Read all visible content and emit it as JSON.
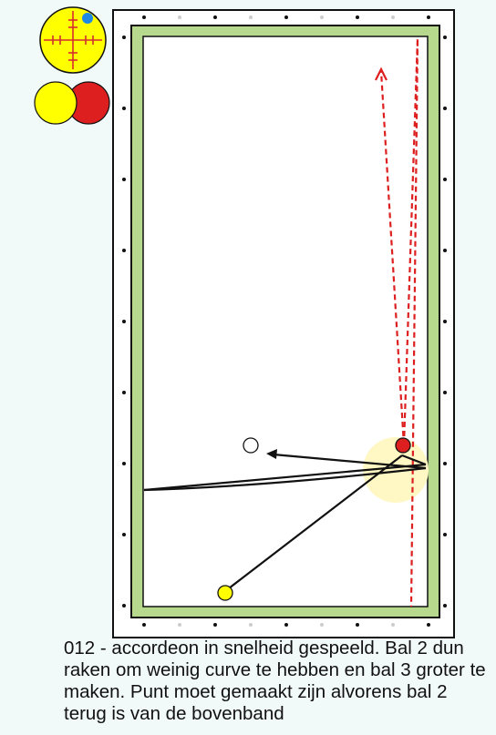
{
  "caption": "012 - accordeon in snelheid gespeeld. Bal 2 dun raken om weinig curve te hebben en bal 3 groter te maken. Punt moet gemaakt zijn alvorens bal 2 terug is van de bovenband",
  "colors": {
    "page_bg": "#f2f9f9",
    "table_outer": "#ffffff",
    "cushion": "#b6d98d",
    "cloth": "#ffffff",
    "ball_yellow": "#ffff00",
    "ball_red": "#dd1f1f",
    "ball_white": "#ffffff",
    "cue_ball_path": "#111111",
    "red_ball_path": "#dd1f1f",
    "contact_halo": "#fff8c4",
    "aim_marker": "#1e88e5"
  },
  "legend": {
    "aim_diagram": "cue-ball-aim-point",
    "contact_diagram": "thin-hit-ball-overlap"
  }
}
